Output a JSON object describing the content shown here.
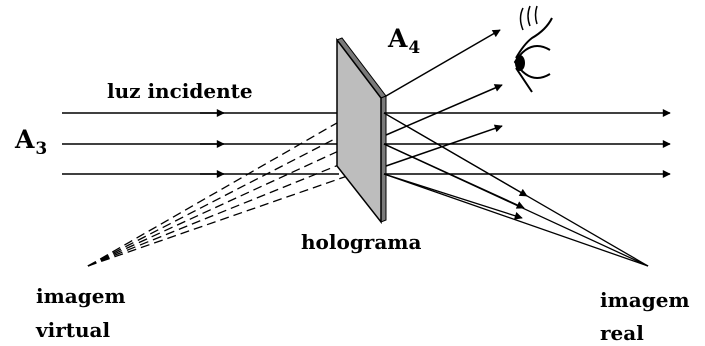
{
  "labels": {
    "incident_light": "luz incidente",
    "wave_a3_letter": "A",
    "wave_a3_index": "3",
    "wave_a4_letter": "A",
    "wave_a4_index": "4",
    "hologram": "holograma",
    "virtual_image_line1": "imagem",
    "virtual_image_line2": "virtual",
    "real_image_line1": "imagem",
    "real_image_line2": "real"
  },
  "colors": {
    "line": "#000000",
    "plate_face": "#bdbdbd",
    "plate_edge": "#7a7a7a"
  }
}
